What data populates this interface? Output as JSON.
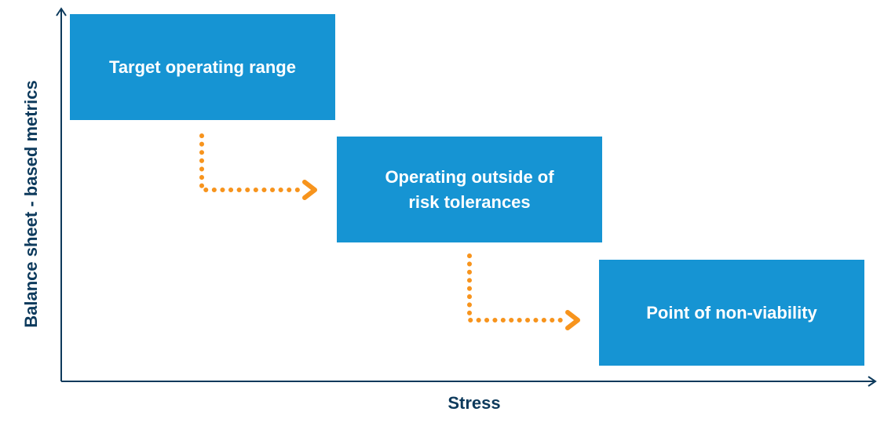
{
  "diagram": {
    "boxes": [
      {
        "lines": [
          "Target operating range"
        ]
      },
      {
        "lines": [
          "Operating outside of",
          "risk tolerances"
        ]
      },
      {
        "lines": [
          "Point of non-viability"
        ]
      }
    ],
    "x_axis_label": "Stress",
    "y_axis_label": "Balance sheet - based metrics"
  },
  "colors": {
    "box_fill": "#1694d3",
    "box_text": "#ffffff",
    "axis": "#0d3a5c",
    "connector": "#f7941d"
  },
  "icons": {
    "axis_arrowheads": "chevron-arrow-icon",
    "connector_arrowheads": "chevron-right-icon"
  }
}
